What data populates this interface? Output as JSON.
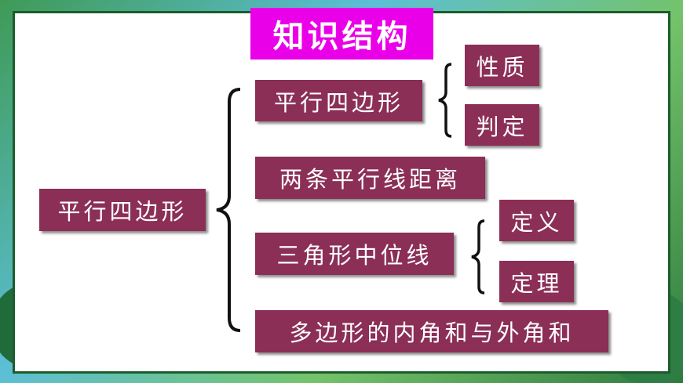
{
  "title": "知识结构",
  "root": "平行四边形",
  "branches": [
    {
      "label": "平行四边形",
      "children": [
        "性质",
        "判定"
      ]
    },
    {
      "label": "两条平行线距离",
      "children": []
    },
    {
      "label": "三角形中位线",
      "children": [
        "定义",
        "定理"
      ]
    },
    {
      "label": "多边形的内角和与外角和",
      "children": []
    }
  ],
  "colors": {
    "title_bg": "#ea00e8",
    "box_bg": "#8b2f56",
    "frame": "#1c5c2c"
  }
}
